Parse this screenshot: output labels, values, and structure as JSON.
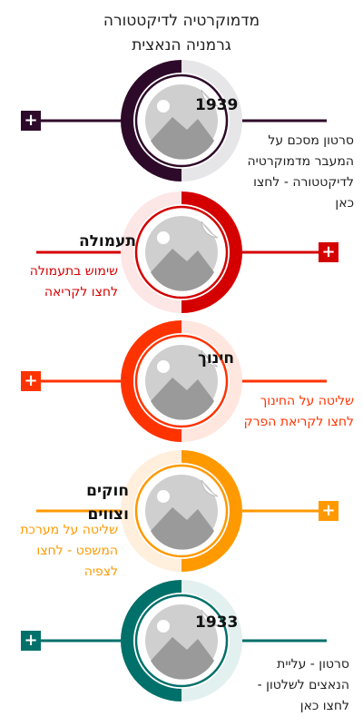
{
  "title": {
    "line1": "מדמוקרטיה לדיקטטורה",
    "line2": "גרמניה הנאצית"
  },
  "items": [
    {
      "label": "1939",
      "description": "סרטון מסכם על המעבר מדמוקרטיה לדיקטטורה - לחצו כאן",
      "color": "#2e0a2a",
      "light": "#e6e6e9",
      "dark_side": "left",
      "label_side": "right",
      "plus_side": "left",
      "icon": "image-placeholder-icon"
    },
    {
      "label": "תעמולה",
      "description": "שימוש בתעמולה לחצו לקריאה",
      "color": "#d40000",
      "light": "#fde6e6",
      "dark_side": "right",
      "label_side": "left",
      "plus_side": "right",
      "icon": "image-placeholder-icon"
    },
    {
      "label": "חינוך",
      "description": "שליטה על החינוך לחצו לקריאת הפרק",
      "color": "#ff3300",
      "light": "#ffe6df",
      "dark_side": "left",
      "label_side": "right",
      "plus_side": "left",
      "icon": "image-placeholder-icon"
    },
    {
      "label": "חוקים וצווים",
      "description": "שליטה על מערכת המשפט - לחצו לצפיה",
      "color": "#ff9900",
      "light": "#ffefdc",
      "dark_side": "right",
      "label_side": "left",
      "plus_side": "right",
      "icon": "image-placeholder-icon"
    },
    {
      "label": "1933",
      "description": "סרטון - עליית הנאצים לשלטון - לחצו כאן",
      "color": "#00706a",
      "light": "#e2f0ef",
      "dark_side": "left",
      "label_side": "right",
      "plus_side": "left",
      "icon": "image-placeholder-icon"
    }
  ],
  "plus_glyph": "+"
}
